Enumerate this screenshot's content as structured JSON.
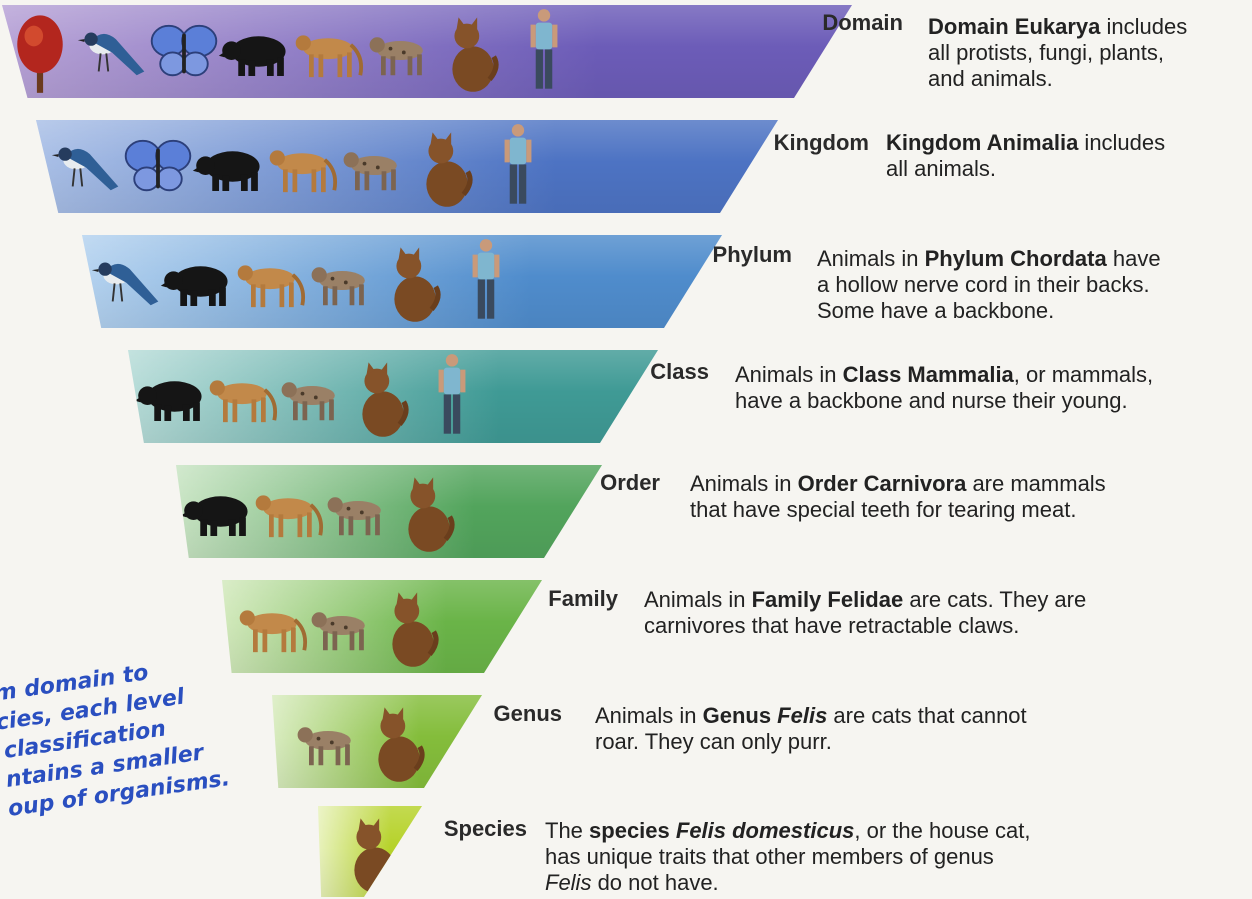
{
  "levels": [
    {
      "key": "domain",
      "label": "Domain",
      "desc_lines": [
        [
          {
            "t": "Domain Eukarya",
            "b": true
          },
          {
            "t": " includes"
          }
        ],
        [
          {
            "t": "all protists, fungi, plants,"
          }
        ],
        [
          {
            "t": "and animals."
          }
        ]
      ],
      "organisms": [
        "tree",
        "bird",
        "butterfly",
        "bear",
        "cougar",
        "bobcat",
        "cat",
        "human"
      ],
      "colors": [
        "#b7a2d6",
        "#6c5cb8"
      ]
    },
    {
      "key": "kingdom",
      "label": "Kingdom",
      "desc_lines": [
        [
          {
            "t": "Kingdom Animalia",
            "b": true
          },
          {
            "t": " includes"
          }
        ],
        [
          {
            "t": "all animals."
          }
        ]
      ],
      "organisms": [
        "bird",
        "butterfly",
        "bear",
        "cougar",
        "bobcat",
        "cat",
        "human"
      ],
      "colors": [
        "#a9bfe6",
        "#4d73c3"
      ]
    },
    {
      "key": "phylum",
      "label": "Phylum",
      "desc_lines": [
        [
          {
            "t": "Animals in "
          },
          {
            "t": "Phylum Chordata",
            "b": true
          },
          {
            "t": " have"
          }
        ],
        [
          {
            "t": "a hollow nerve cord in their backs."
          }
        ],
        [
          {
            "t": "Some have a backbone."
          }
        ]
      ],
      "organisms": [
        "bird",
        "bear",
        "cougar",
        "bobcat",
        "cat",
        "human"
      ],
      "colors": [
        "#b4d2ef",
        "#4f8ccc"
      ]
    },
    {
      "key": "class",
      "label": "Class",
      "desc_lines": [
        [
          {
            "t": "Animals in "
          },
          {
            "t": "Class Mammalia",
            "b": true
          },
          {
            "t": ", or mammals,"
          }
        ],
        [
          {
            "t": "have a backbone and nurse their young."
          }
        ]
      ],
      "organisms": [
        "bear",
        "cougar",
        "bobcat",
        "cat",
        "human"
      ],
      "colors": [
        "#b7dcd8",
        "#3f9a95"
      ]
    },
    {
      "key": "order",
      "label": "Order",
      "desc_lines": [
        [
          {
            "t": "Animals in "
          },
          {
            "t": "Order Carnivora",
            "b": true
          },
          {
            "t": " are mammals"
          }
        ],
        [
          {
            "t": "that have special teeth for tearing meat."
          }
        ]
      ],
      "organisms": [
        "bear",
        "cougar",
        "bobcat",
        "cat"
      ],
      "colors": [
        "#c8e4c3",
        "#52a45c"
      ]
    },
    {
      "key": "family",
      "label": "Family",
      "desc_lines": [
        [
          {
            "t": "Animals in "
          },
          {
            "t": "Family Felidae",
            "b": true
          },
          {
            "t": " are cats. They are"
          }
        ],
        [
          {
            "t": "carnivores that have retractable claws."
          }
        ]
      ],
      "organisms": [
        "cougar",
        "bobcat",
        "cat"
      ],
      "colors": [
        "#d2e9bc",
        "#6ab448"
      ]
    },
    {
      "key": "genus",
      "label": "Genus",
      "desc_lines": [
        [
          {
            "t": "Animals in "
          },
          {
            "t": "Genus ",
            "b": true
          },
          {
            "t": "Felis",
            "b": true,
            "i": true
          },
          {
            "t": " are cats that cannot"
          }
        ],
        [
          {
            "t": "roar. They can only purr."
          }
        ]
      ],
      "organisms": [
        "bobcat",
        "cat"
      ],
      "colors": [
        "#d9ecc0",
        "#84bd3b"
      ]
    },
    {
      "key": "species",
      "label": "Species",
      "desc_lines": [
        [
          {
            "t": "The "
          },
          {
            "t": "species ",
            "b": true
          },
          {
            "t": "Felis domesticus",
            "b": true,
            "i": true
          },
          {
            "t": ", or the house cat,"
          }
        ],
        [
          {
            "t": "has unique traits that other members of genus"
          }
        ],
        [
          {
            "t": "Felis",
            "i": true
          },
          {
            "t": " do not have."
          }
        ]
      ],
      "organisms": [
        "cat"
      ],
      "colors": [
        "#e8f2bc",
        "#b6d22a"
      ]
    }
  ],
  "note_lines": [
    "m domain to",
    "cies, each level",
    "classification",
    "ntains a smaller",
    "oup of organisms."
  ]
}
